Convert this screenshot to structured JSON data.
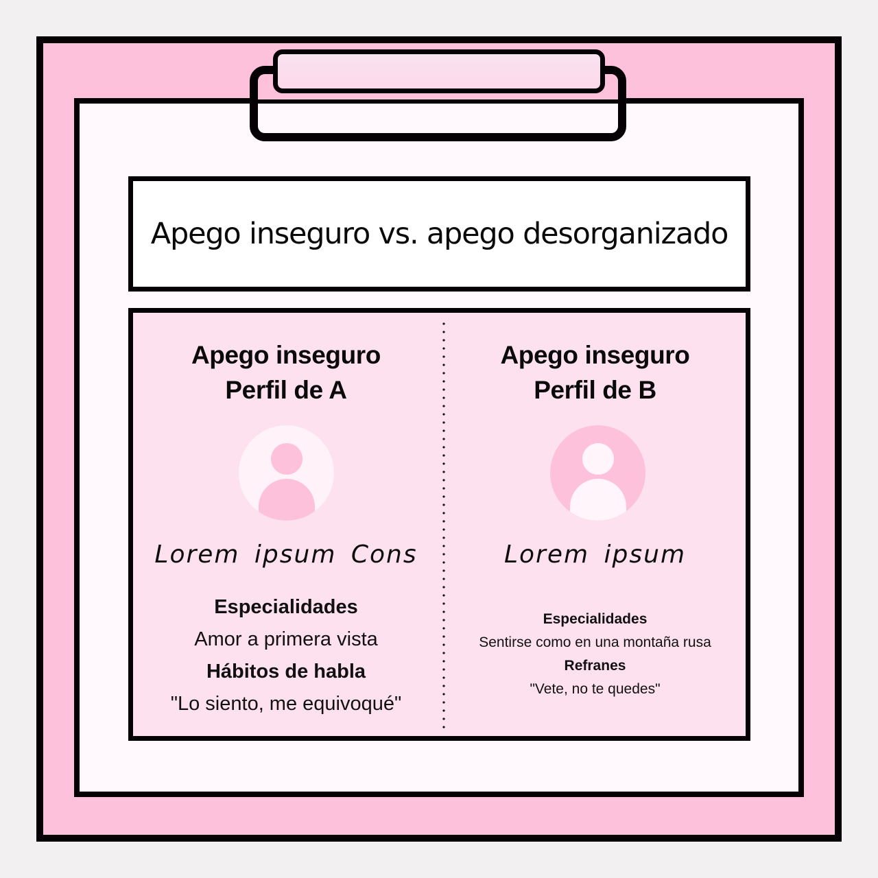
{
  "colors": {
    "background": "#f2f0f0",
    "frame_pink": "#fec1dc",
    "paper": "#fff8fc",
    "content_pink": "#fde1ee",
    "border": "#050003"
  },
  "title": "Apego inseguro vs. apego desorganizado",
  "profiles": [
    {
      "heading_line1": "Apego inseguro",
      "heading_line2": "Perfil de A",
      "avatar_icon": "user-avatar-icon",
      "script_name": "Lorem ipsum Cons",
      "label1": "Especialidades",
      "value1": "Amor a primera vista",
      "label2": "Hábitos de habla",
      "value2": "\"Lo siento, me equivoqué\""
    },
    {
      "heading_line1": "Apego inseguro",
      "heading_line2": "Perfil de B",
      "avatar_icon": "user-avatar-icon",
      "script_name": "Lorem ipsum",
      "label1": "Especialidades",
      "value1": "Sentirse como en una montaña rusa",
      "label2": "Refranes",
      "value2": "\"Vete, no te quedes\""
    }
  ]
}
